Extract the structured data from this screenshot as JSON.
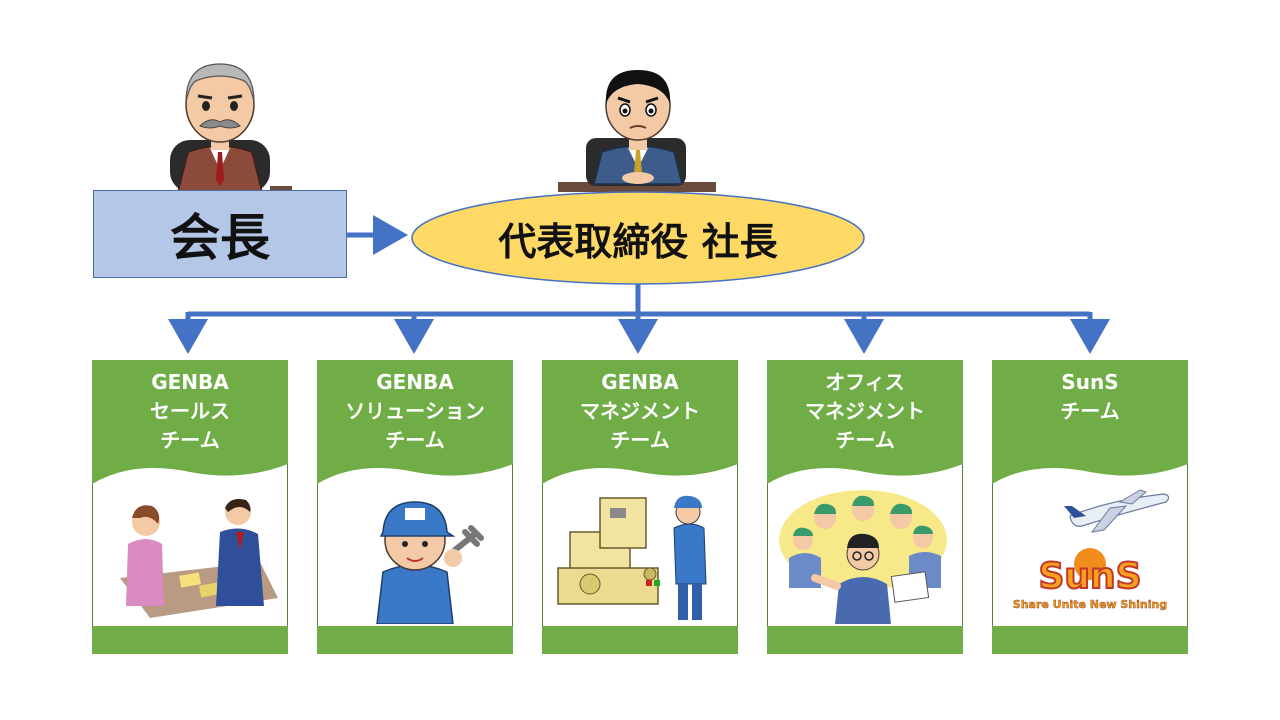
{
  "chairman": {
    "label": "会長"
  },
  "president": {
    "label": "代表取締役 社長"
  },
  "teams": [
    {
      "lines": [
        "GENBA",
        "セールス",
        "チーム"
      ],
      "art": "sales-meeting-illustration"
    },
    {
      "lines": [
        "GENBA",
        "ソリューション",
        "チーム"
      ],
      "art": "technician-with-wrench-illustration"
    },
    {
      "lines": [
        "GENBA",
        "マネジメント",
        "チーム"
      ],
      "art": "machine-operator-illustration"
    },
    {
      "lines": [
        "オフィス",
        "マネジメント",
        "チーム"
      ],
      "art": "office-team-illustration"
    },
    {
      "lines": [
        "SunS",
        "チーム"
      ],
      "art": "airplane-suns-logo-illustration"
    }
  ],
  "logo": {
    "text": "SunS",
    "tagline": "Share Unite New Shining"
  },
  "colors": {
    "chairman_fill": "#b4c7e7",
    "president_fill": "#ffd966",
    "connector": "#4472c4",
    "card_green": "#70ad47",
    "card_border": "#548235"
  }
}
